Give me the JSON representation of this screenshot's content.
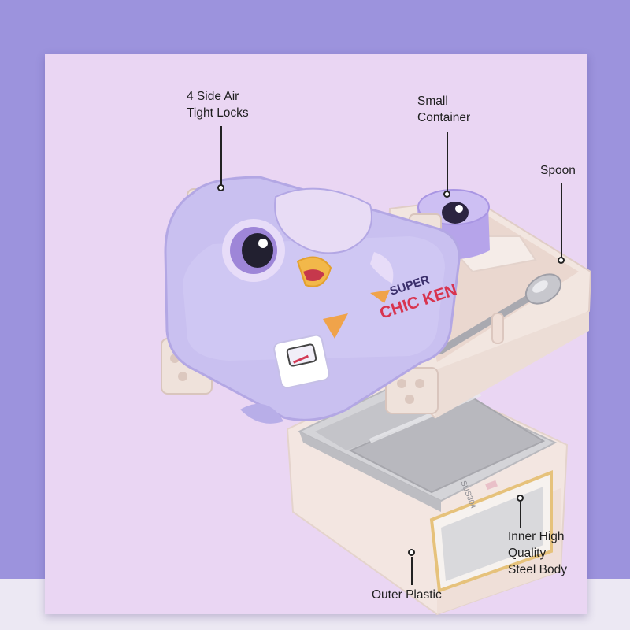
{
  "labels": {
    "locks_line1": "4 Side Air",
    "locks_line2": "Tight Locks",
    "container_line1": "Small",
    "container_line2": "Container",
    "spoon": "Spoon",
    "steel_line1": "Inner High",
    "steel_line2": "Quality",
    "steel_line3": "Steel Body",
    "outer": "Outer Plastic"
  },
  "product_text": {
    "lid_logo_line1": "SUPER",
    "lid_logo_line2": "CHIC KEN",
    "steel_stamp": "SUS304"
  },
  "colors": {
    "background": "#9c93dd",
    "panel": "#ead6f3",
    "lid": "#c9bff0",
    "tray": "#f1e3dc",
    "steel": "#c9c9cd"
  }
}
